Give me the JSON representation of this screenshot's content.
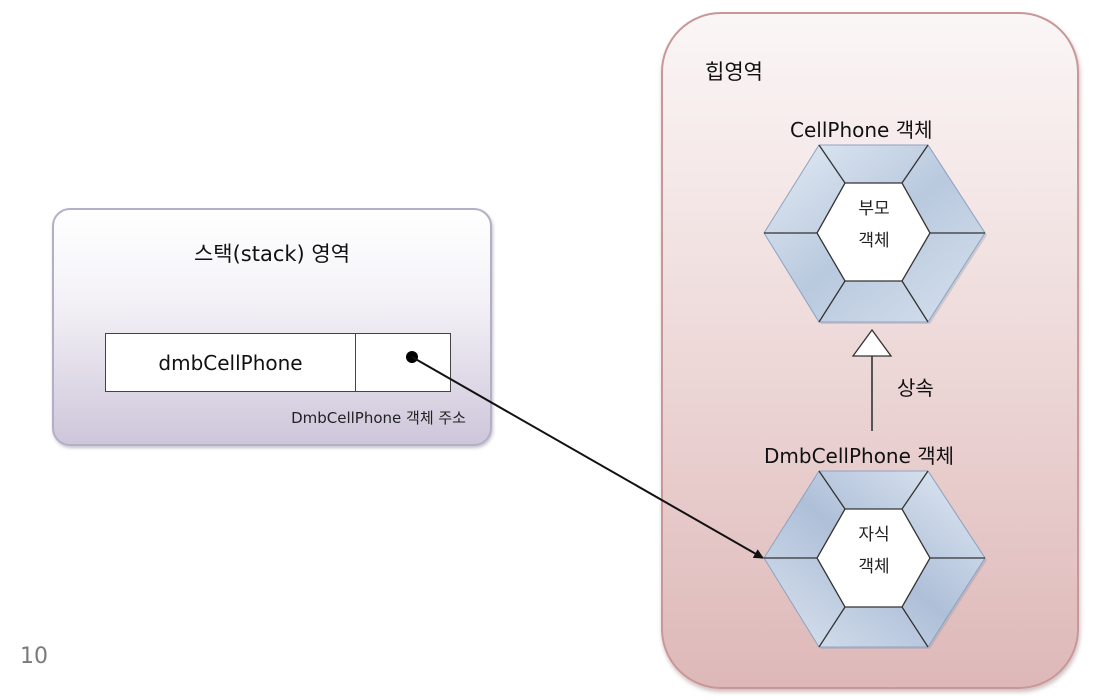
{
  "stack": {
    "title": "스택(stack) 영역",
    "variable_name": "dmbCellPhone",
    "address_caption": "DmbCellPhone 객체 주소"
  },
  "heap": {
    "title": "힙영역",
    "parent_object": {
      "label": "CellPhone 객체",
      "inner_line1": "부모",
      "inner_line2": "객체"
    },
    "child_object": {
      "label": "DmbCellPhone 객체",
      "inner_line1": "자식",
      "inner_line2": "객체"
    },
    "inheritance_label": "상속"
  },
  "page_number": "10",
  "colors": {
    "hex_fill_light": "#dce6f2",
    "hex_fill_dark": "#a9bcd6",
    "hex_stroke": "#333333",
    "arrow": "#111111"
  }
}
